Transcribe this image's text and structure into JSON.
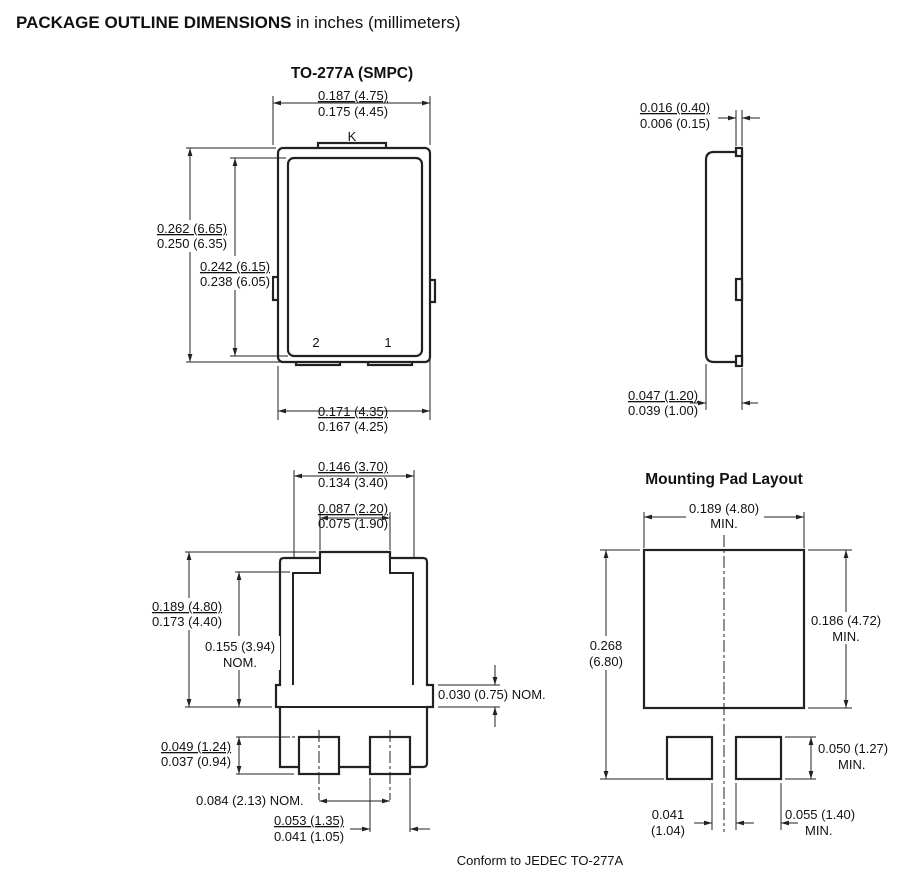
{
  "title": {
    "bold": "PACKAGE OUTLINE DIMENSIONS",
    "rest": " in inches (millimeters)"
  },
  "top_view": {
    "heading": "TO-277A (SMPC)",
    "width_max": "0.187 (4.75)",
    "width_min": "0.175 (4.45)",
    "height_max": "0.262 (6.65)",
    "height_min": "0.250 (6.35)",
    "inner_max": "0.242 (6.15)",
    "inner_min": "0.238 (6.05)",
    "bottom_max": "0.171 (4.35)",
    "bottom_min": "0.167 (4.25)",
    "pin_k": "K",
    "pin_2": "2",
    "pin_1": "1"
  },
  "side_view": {
    "lead_max": "0.016 (0.40)",
    "lead_min": "0.006 (0.15)",
    "thick_max": "0.047 (1.20)",
    "thick_min": "0.039 (1.00)"
  },
  "bottom_view": {
    "a_max": "0.146 (3.70)",
    "a_min": "0.134 (3.40)",
    "b_max": "0.087 (2.20)",
    "b_min": "0.075 (1.90)",
    "h_max": "0.189 (4.80)",
    "h_min": "0.173 (4.40)",
    "nom_val": "0.155 (3.94)",
    "nom": "NOM.",
    "flange": "0.030 (0.75) NOM.",
    "pad_max": "0.049 (1.24)",
    "pad_min": "0.037 (0.94)",
    "pitch": "0.084 (2.13) NOM.",
    "pw_max": "0.053 (1.35)",
    "pw_min": "0.041 (1.05)"
  },
  "mounting": {
    "heading": "Mounting Pad Layout",
    "width": "0.189 (4.80)",
    "min": "MIN.",
    "height_a": "0.268",
    "height_b": "(6.80)",
    "big_h": "0.186 (4.72)",
    "small_h": "0.050 (1.27)",
    "gap_a": "0.041",
    "gap_b": "(1.04)",
    "small_w": "0.055 (1.40)"
  },
  "footer": "Conform to JEDEC TO-277A"
}
